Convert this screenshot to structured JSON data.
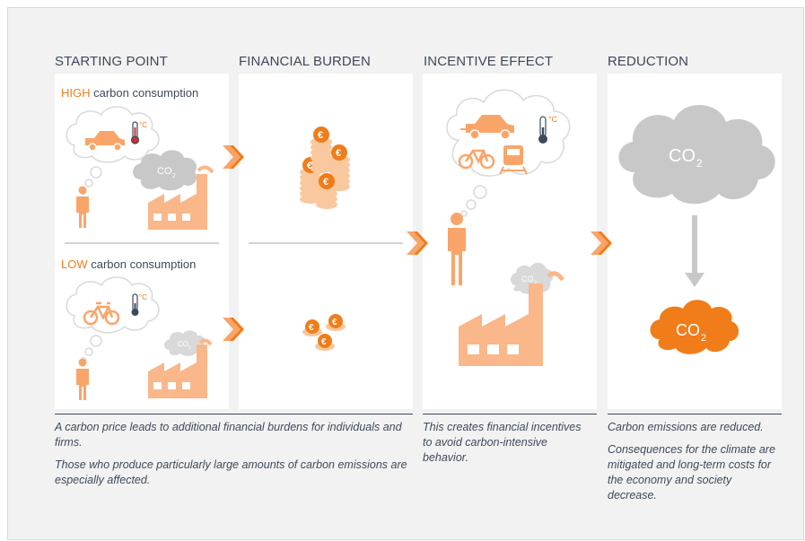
{
  "columns": {
    "starting_point": "STARTING POINT",
    "financial_burden": "FINANCIAL BURDEN",
    "incentive_effect": "INCENTIVE EFFECT",
    "reduction": "REDUCTION"
  },
  "high": {
    "prefix": "HIGH",
    "rest": " carbon consumption"
  },
  "low": {
    "prefix": "LOW",
    "rest": " carbon consumption"
  },
  "labels": {
    "co2": "CO",
    "co2_sub": "2",
    "celsius": "°C",
    "euro": "€"
  },
  "descriptions": {
    "burden_1": "A carbon price leads to additional financial burdens for individuals and firms.",
    "burden_2": "Those who produce particularly large amounts of carbon emissions are especially affected.",
    "incentive": "This creates financial incentives to avoid carbon-intensive behavior.",
    "reduction_1": "Carbon emissions are reduced.",
    "reduction_2": "Consequences for the climate are mitigated and long-term costs for the economy and society decrease."
  },
  "colors": {
    "orange": "#f07d1a",
    "light_orange": "#f9b78a",
    "navy": "#3d4a5c",
    "grey_cloud": "#c8c8c8",
    "background": "#f2f2f2"
  },
  "icons": [
    "car-icon",
    "bicycle-icon",
    "train-icon",
    "thermometer-icon",
    "person-icon",
    "factory-icon",
    "coin-stack-icon",
    "cloud-icon",
    "chevron-arrow-icon",
    "down-arrow-icon"
  ]
}
